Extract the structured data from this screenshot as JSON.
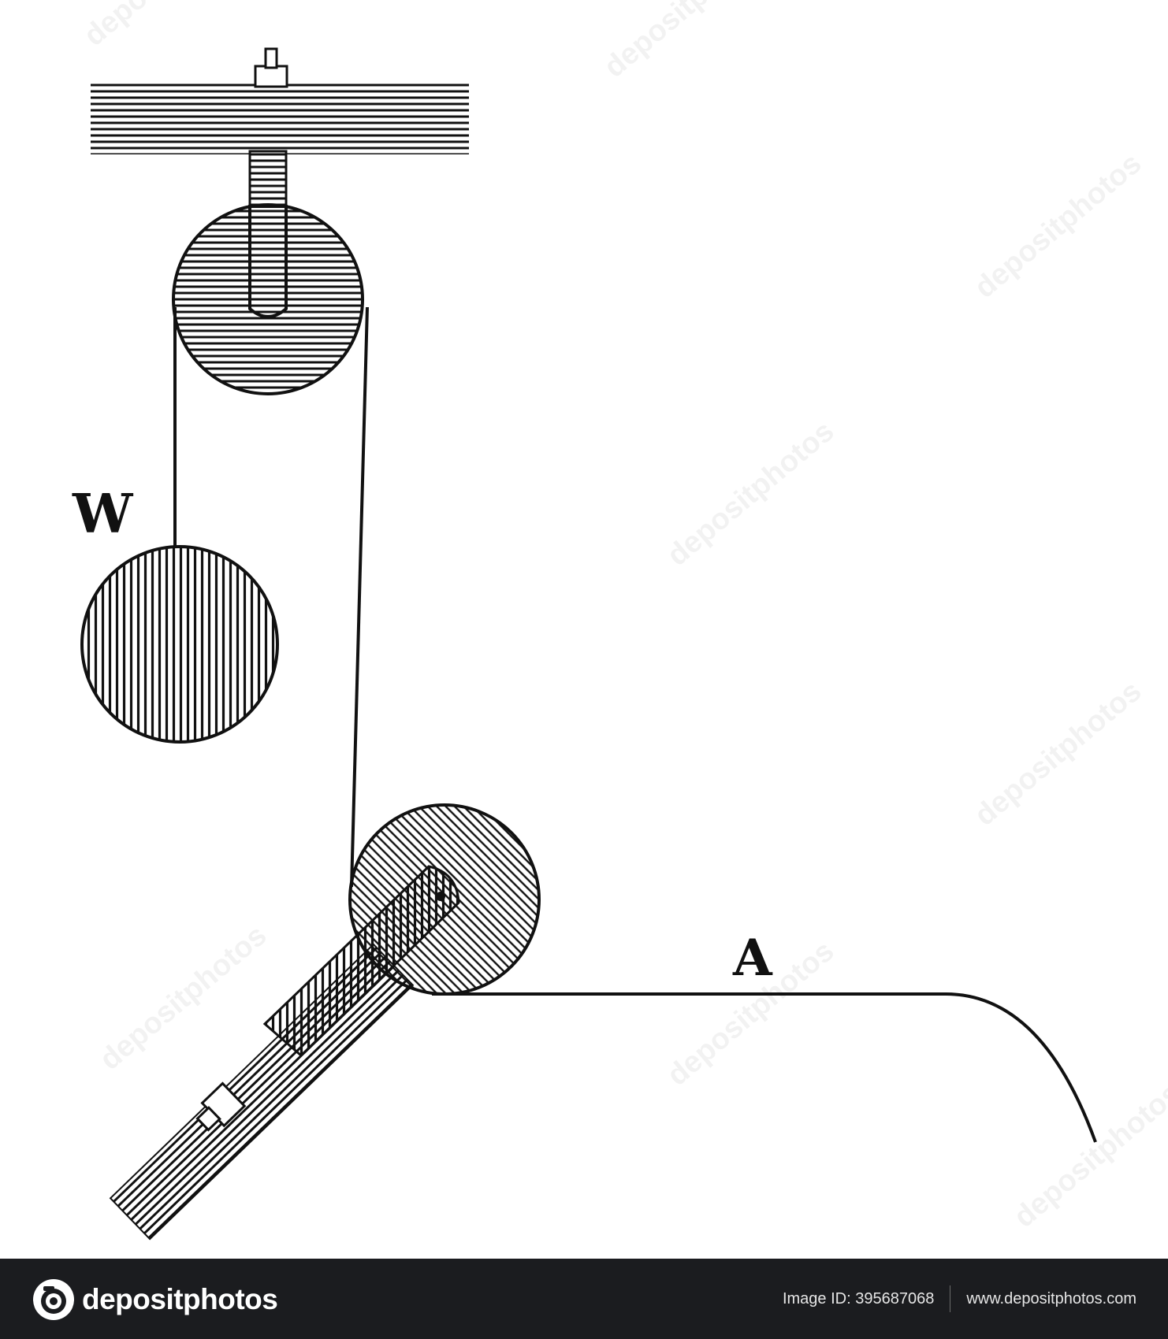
{
  "labels": {
    "weight": "W",
    "point": "A"
  },
  "watermark": {
    "text": "depositphotos"
  },
  "footer": {
    "brand": "depositphotos",
    "image_id": "Image ID: 395687068",
    "url": "www.depositphotos.com"
  },
  "colors": {
    "ink": "#111111",
    "footer_bg": "#1b1c1f",
    "footer_text": "#ffffff"
  }
}
